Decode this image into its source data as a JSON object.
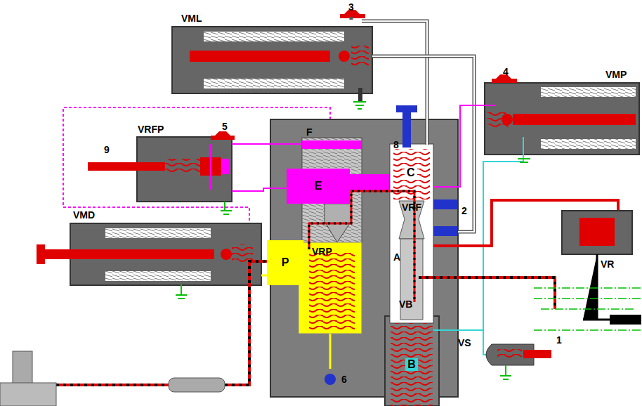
{
  "diagram": {
    "nodes": [
      {
        "text": [
          "E"
        ]
      },
      {
        "text": [
          "P"
        ]
      },
      {
        "text": [
          "B"
        ]
      }
    ],
    "labels": [
      "VML",
      "3",
      "VMP",
      "4",
      "VRFP",
      "5",
      "9",
      "F",
      "8",
      "C",
      "VRF",
      "2",
      "A",
      "VRP",
      "VMD",
      "VR",
      "VB",
      "VS",
      "1",
      "6"
    ]
  }
}
